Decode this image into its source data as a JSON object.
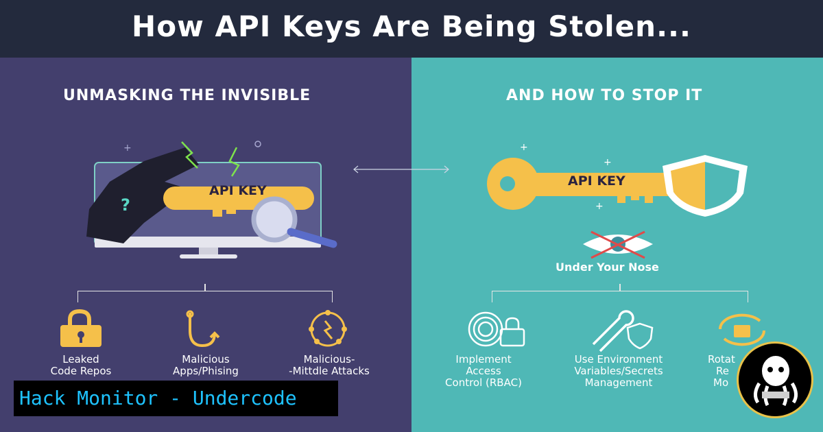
{
  "title": "How API Keys Are Being Stolen...",
  "left": {
    "heading": "UNMASKING THE INVISIBLE",
    "key_label": "API KEY",
    "items": [
      {
        "icon": "padlock-icon",
        "label_line1": "Leaked",
        "label_line2": "Code Repos"
      },
      {
        "icon": "fishing-hook-icon",
        "label_line1": "Malicious",
        "label_line2": "Apps/Phising"
      },
      {
        "icon": "network-attack-icon",
        "label_line1": "Malicious-",
        "label_line2": "-Mittdle Attacks"
      }
    ]
  },
  "right": {
    "heading": "AND HOW TO STOP IT",
    "key_label": "API KEY",
    "eye_caption": "Under Your Nose",
    "items": [
      {
        "icon": "fingerprint-lock-icon",
        "label_line1": "Implement",
        "label_line2": "Access",
        "label_line3": "Control (RBAC)"
      },
      {
        "icon": "wrench-shield-icon",
        "label_line1": "Use Environment",
        "label_line2": "Variables/Secrets",
        "label_line3": "Management"
      },
      {
        "icon": "rotate-lock-icon",
        "label_line1": "Rotat",
        "label_line2": "Re",
        "label_line3": "Mo"
      }
    ]
  },
  "watermark": "Hack Monitor - Undercode",
  "colors": {
    "left_bg": "#433f6d",
    "right_bg": "#4fb8b6",
    "top_bg": "#232a3d",
    "key_gold": "#f5c04a",
    "watermark_text": "#1ec3ff"
  }
}
